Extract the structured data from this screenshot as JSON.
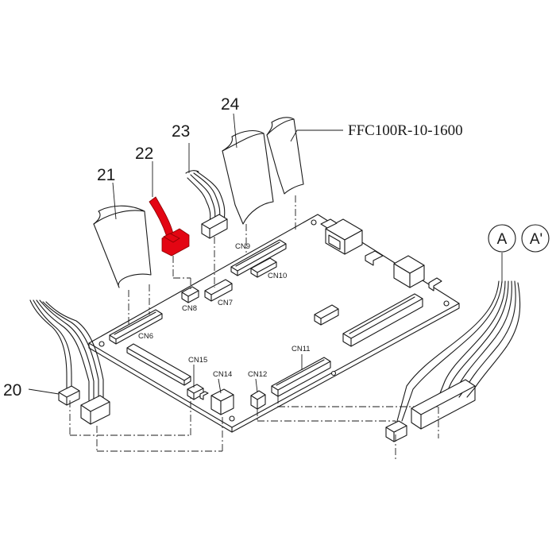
{
  "diagram": {
    "highlight_color": "#e30613",
    "line_color": "#1a1a1a",
    "background": "#ffffff",
    "callouts": {
      "c20": "20",
      "c21": "21",
      "c22": "22",
      "c23": "23",
      "c24": "24"
    },
    "ffc_label": "FFC100R-10-1600",
    "connectors": {
      "cn6": "CN6",
      "cn7": "CN7",
      "cn8": "CN8",
      "cn9": "CN9",
      "cn10": "CN10",
      "cn11": "CN11",
      "cn12": "CN12",
      "cn14": "CN14",
      "cn15": "CN15"
    },
    "refs": {
      "a": "A",
      "a_prime": "A'"
    },
    "highlighted_part": "22"
  }
}
